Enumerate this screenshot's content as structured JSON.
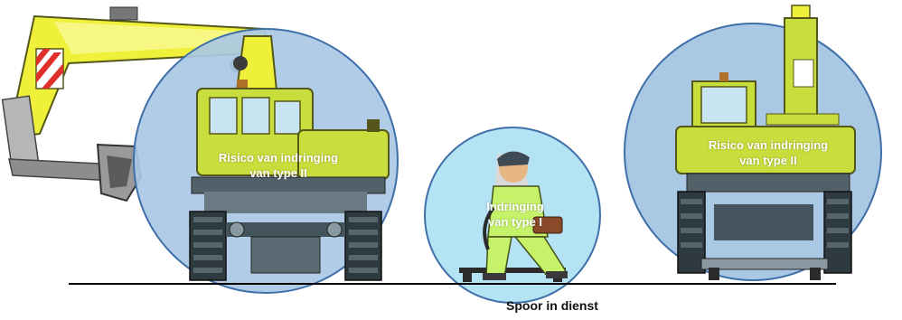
{
  "zones": [
    {
      "line1": "Risico van indringing",
      "line2": "van type II"
    },
    {
      "line1": "Indringing",
      "line2": "van type I"
    },
    {
      "line1": "Risico van indringing",
      "line2": "van type II"
    }
  ],
  "caption": "Spoor in dienst",
  "colors": {
    "zone_outer": "#a9c8e4",
    "zone_center": "#b4e3f4",
    "zone_edge": "#3f6fa8",
    "machine_yellow": "#c8de3c",
    "arm_yellow": "#eef03a",
    "track_dark": "#2f3a40",
    "rail_line": "#000000"
  }
}
